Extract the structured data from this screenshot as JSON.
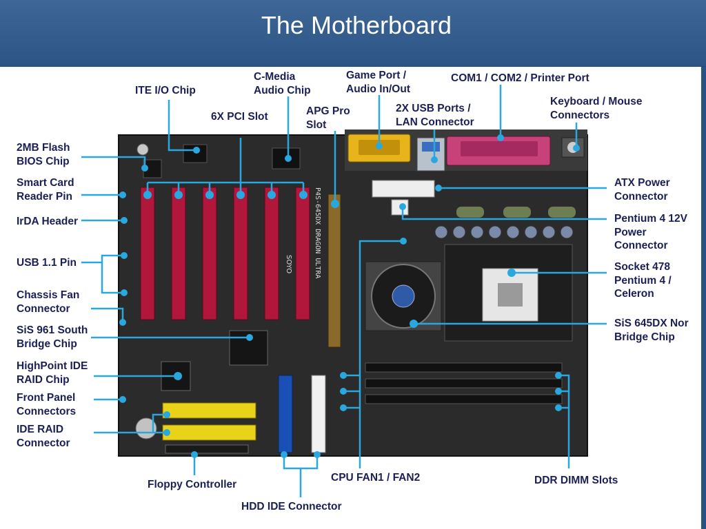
{
  "slide": {
    "title": "The Motherboard"
  },
  "colors": {
    "header": "#2f5a8a",
    "label_text": "#1a1f55",
    "callout_line": "#29a8df",
    "board": "#2a2a2a",
    "pci_slot": "#b0173a",
    "agp_slot": "#8a6a2a",
    "ide_connector": "#e8d21a",
    "hdd_ide_blue": "#1a4fb5"
  },
  "labels": {
    "ite_io_chip": "ITE I/O Chip",
    "cmedia_audio": "C-Media\nAudio Chip",
    "game_port": "Game Port /\nAudio In/Out",
    "com_ports": "COM1 / COM2 / Printer Port",
    "pci_slot": "6X PCI Slot",
    "agp_slot": "APG Pro\nSlot",
    "usb_lan": "2X USB Ports /\nLAN Connector",
    "keyboard_mouse": "Keyboard / Mouse\nConnectors",
    "flash_bios": "2MB Flash\nBIOS Chip",
    "smart_card": "Smart Card\nReader Pin",
    "irda": "IrDA Header",
    "usb11": "USB 1.1 Pin",
    "chassis_fan": "Chassis Fan\nConnector",
    "sis961": "SiS 961 South\nBridge Chip",
    "highpoint": "HighPoint IDE\nRAID Chip",
    "front_panel": "Front Panel\nConnectors",
    "ide_raid": "IDE RAID\nConnector",
    "floppy": "Floppy Controller",
    "hdd_ide": "HDD IDE Connector",
    "cpu_fan": "CPU FAN1 / FAN2",
    "ddr_dimm": "DDR DIMM Slots",
    "atx_power": "ATX Power\nConnector",
    "p4_12v": "Pentium 4 12V\nPower\nConnector",
    "socket478": "Socket 478\nPentium 4 /\nCeleron",
    "sis645": "SiS 645DX Nor\nBridge Chip"
  },
  "board_markings": {
    "pcb_model": "P4S-645DX DRAGON ULTRA",
    "brand": "SOYO"
  }
}
